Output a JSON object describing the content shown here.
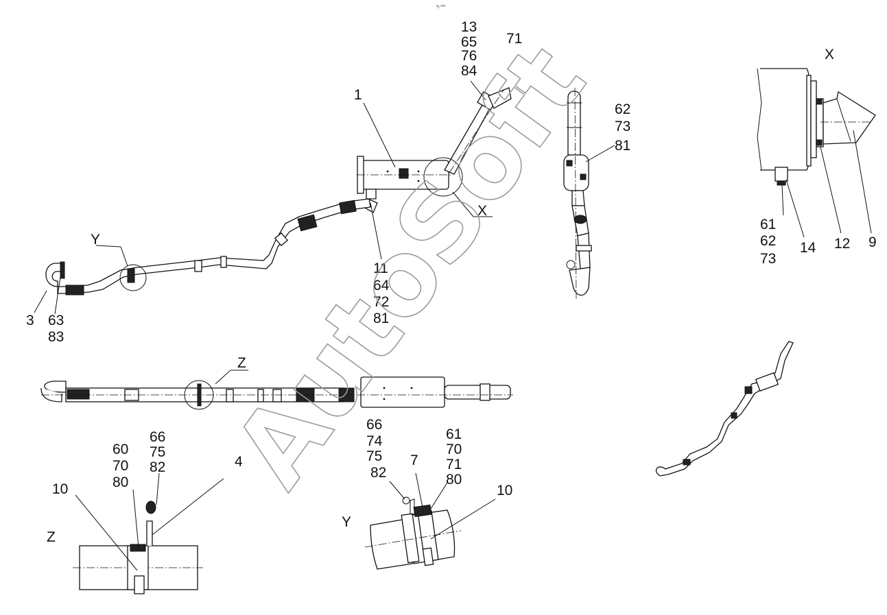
{
  "header_code": "ᵅᵦ ᵅᵅᵅ",
  "watermark": "AutoSoft",
  "view_letters": {
    "x_top": "X",
    "x_leader": "X",
    "y_leader": "Y",
    "z_leader": "Z",
    "y_detail": "Y",
    "z_detail": "Z"
  },
  "callouts": {
    "c13_stack": [
      "13",
      "65",
      "76",
      "84"
    ],
    "c71_top": "71",
    "c1": "1",
    "c62_73_81": [
      "62",
      "73",
      "81"
    ],
    "c11_stack": [
      "11",
      "64",
      "72",
      "81"
    ],
    "c3": "3",
    "c63_83": [
      "63",
      "83"
    ],
    "x_detail_left": [
      "61",
      "62",
      "73"
    ],
    "x_detail_14": "14",
    "x_detail_12": "12",
    "x_detail_9": "9",
    "z_stack_left": [
      "60",
      "70",
      "80"
    ],
    "z_stack_right": [
      "66",
      "75",
      "82"
    ],
    "z_4": "4",
    "z_10": "10",
    "y_stack_left": [
      "66",
      "74",
      "75",
      "82"
    ],
    "y_7": "7",
    "y_stack_right": [
      "61",
      "70",
      "71",
      "80"
    ],
    "y_10": "10"
  }
}
